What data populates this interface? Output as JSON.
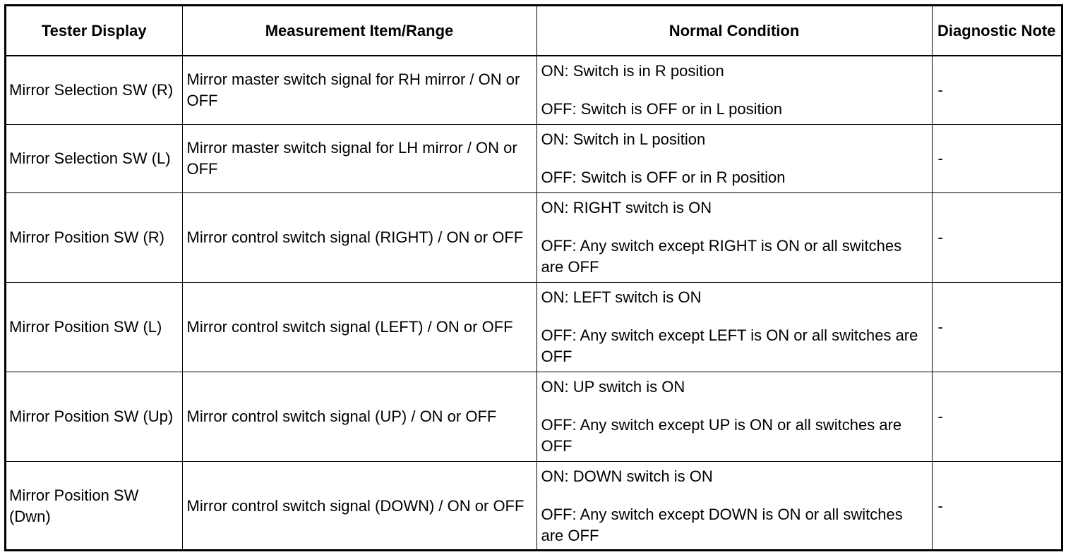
{
  "table": {
    "headers": [
      "Tester Display",
      "Measurement Item/Range",
      "Normal Condition",
      "Diagnostic Note"
    ],
    "rows": [
      {
        "display": "Mirror Selection SW (R)",
        "item": "Mirror master switch signal for RH mirror / ON or OFF",
        "on": "ON: Switch is in R position",
        "off": "OFF: Switch is OFF or in L position",
        "note": "-"
      },
      {
        "display": "Mirror Selection SW (L)",
        "item": "Mirror master switch signal for LH mirror / ON or OFF",
        "on": "ON: Switch in L position",
        "off": "OFF: Switch is OFF or in R position",
        "note": "-"
      },
      {
        "display": "Mirror Position SW (R)",
        "item": "Mirror control switch signal (RIGHT) / ON or OFF",
        "on": "ON: RIGHT switch is ON",
        "off": "OFF: Any switch except RIGHT is ON or all switches are OFF",
        "note": "-"
      },
      {
        "display": "Mirror Position SW (L)",
        "item": "Mirror control switch signal (LEFT) / ON or OFF",
        "on": "ON: LEFT switch is ON",
        "off": "OFF: Any switch except LEFT is ON or all switches are OFF",
        "note": "-"
      },
      {
        "display": "Mirror Position SW (Up)",
        "item": "Mirror control switch signal (UP) / ON or OFF",
        "on": "ON: UP switch is ON",
        "off": "OFF: Any switch except UP is ON or all switches are OFF",
        "note": "-"
      },
      {
        "display": "Mirror Position SW (Dwn)",
        "item": "Mirror control switch signal (DOWN) / ON or OFF",
        "on": "ON: DOWN switch is ON",
        "off": "OFF: Any switch except DOWN is ON or all switches are OFF",
        "note": "-"
      }
    ]
  }
}
